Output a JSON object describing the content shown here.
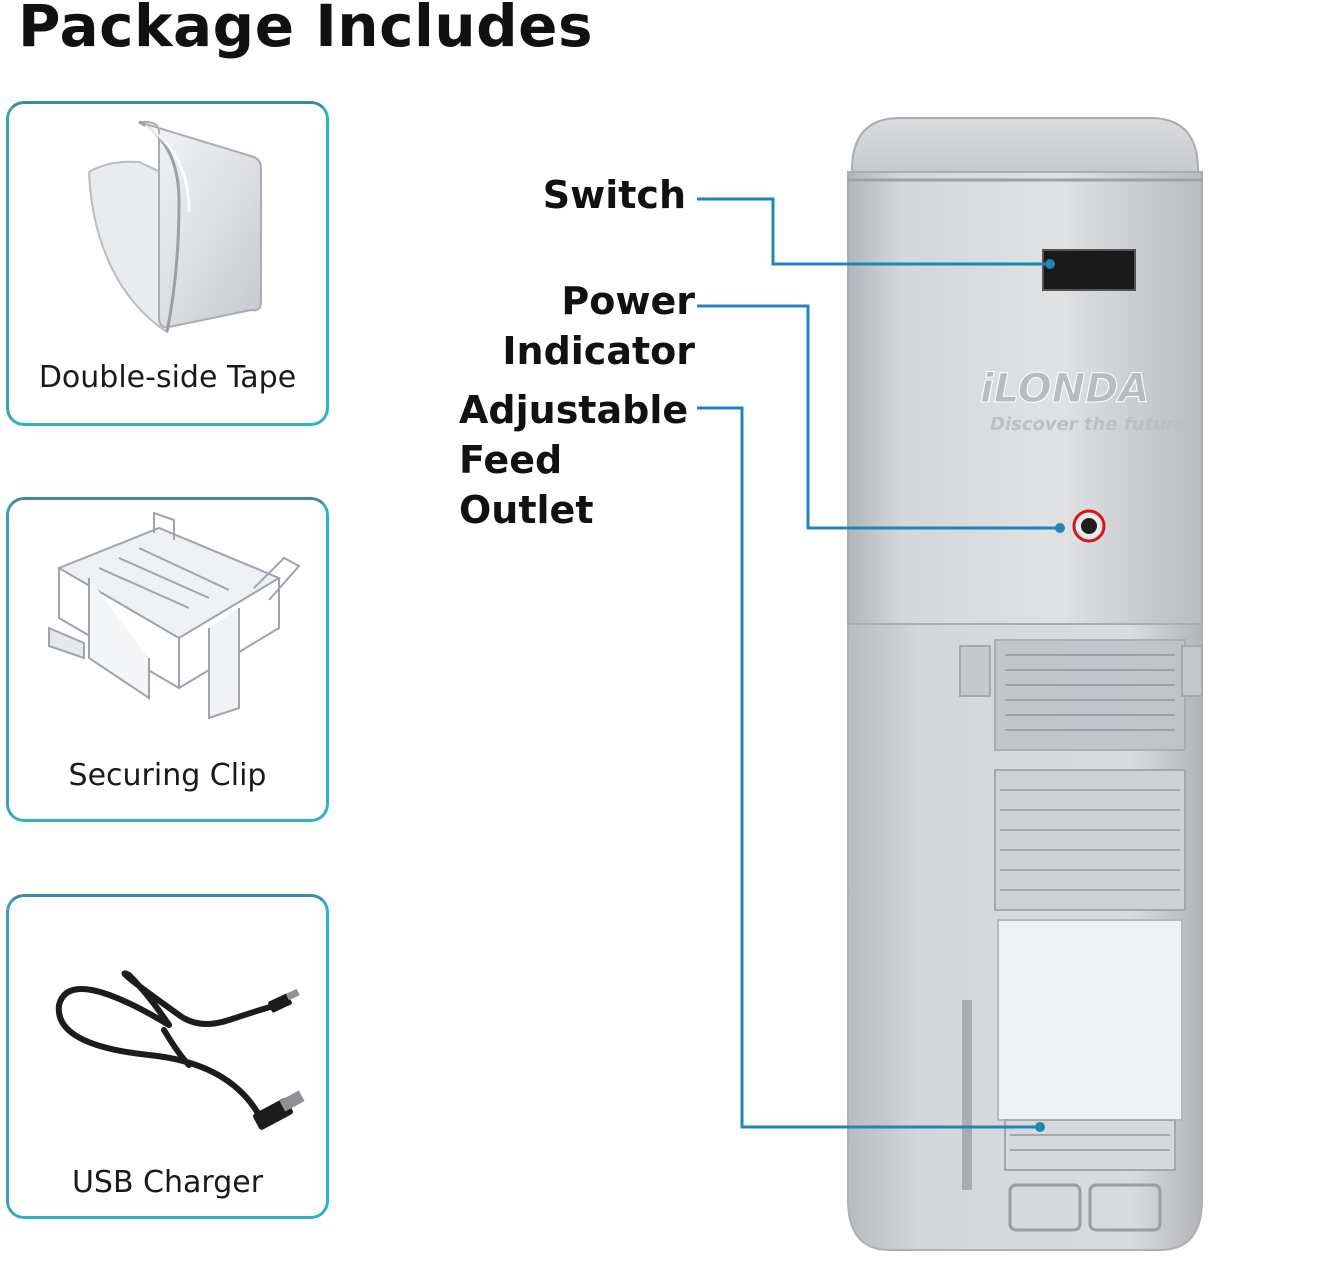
{
  "title": "Package Includes",
  "items": [
    {
      "label": "Double-side Tape",
      "icon": "double-side-tape-icon"
    },
    {
      "label": "Securing Clip",
      "icon": "securing-clip-icon"
    },
    {
      "label": "USB Charger",
      "icon": "usb-charger-icon"
    }
  ],
  "callouts": {
    "switch": "Switch",
    "power_indicator": "Power Indicator",
    "feed_outlet_line1": "Adjustable",
    "feed_outlet_line2": "Feed Outlet"
  },
  "brand": {
    "logo_text": "iLONDA",
    "tagline": "Discover the future"
  },
  "colors": {
    "card_border": "#2db3c6",
    "leader_line": "#1f86b8",
    "indicator_ring": "#d4161b",
    "device_body": "#c9cbcf"
  }
}
